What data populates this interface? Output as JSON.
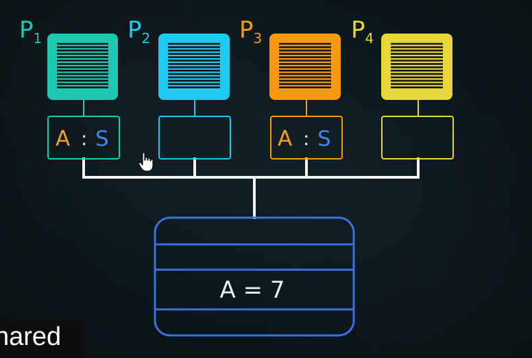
{
  "colors": {
    "p1": "#1ec9b1",
    "p2": "#1fc9f0",
    "p3": "#f79a12",
    "p4": "#e6d63a",
    "memory": "#3d6fe0",
    "connector": "#f2f4f4",
    "value_a": "#f6a31c",
    "value_s": "#3f86f2",
    "background": "#0c171b"
  },
  "processors": [
    {
      "name": "P",
      "index": "1",
      "cache": {
        "var": "A",
        "sep": ":",
        "state": "S"
      }
    },
    {
      "name": "P",
      "index": "2",
      "cache": {
        "var": "",
        "sep": "",
        "state": ""
      }
    },
    {
      "name": "P",
      "index": "3",
      "cache": {
        "var": "A",
        "sep": ":",
        "state": "S"
      }
    },
    {
      "name": "P",
      "index": "4",
      "cache": {
        "var": "",
        "sep": "",
        "state": ""
      }
    }
  ],
  "memory": {
    "value_text": "A = 7"
  },
  "caption": {
    "text": "hared"
  },
  "cursor": "hand-pointer-icon"
}
